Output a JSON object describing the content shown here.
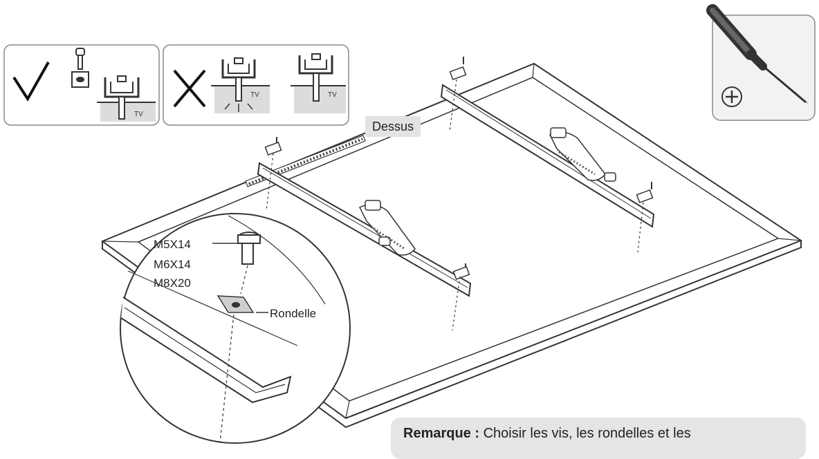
{
  "labels": {
    "top": "Dessus",
    "screw_sizes": [
      "M5X14",
      "M6X14",
      "M8X20"
    ],
    "washer": "Rondelle",
    "tv": "TV"
  },
  "note": {
    "heading": "Remarque :",
    "text": "Choisir les vis, les rondelles et les"
  },
  "colors": {
    "line": "#333333",
    "shade": "#dcdcdc",
    "panel_border": "#888888"
  },
  "icons": {
    "correct": "check-mark-icon",
    "incorrect": "cross-mark-icon",
    "tool": "phillips-screwdriver-icon"
  }
}
